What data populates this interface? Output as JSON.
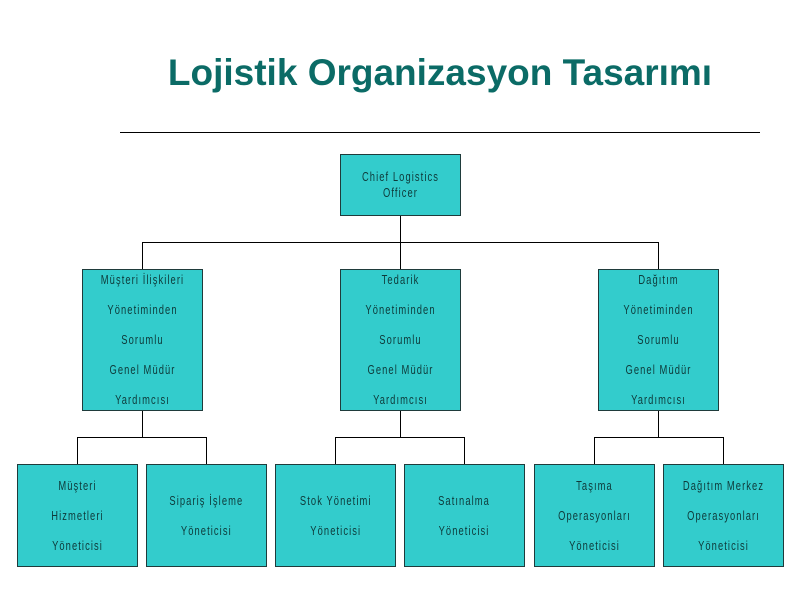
{
  "title": "Lojistik Organizasyon Tasarımı",
  "org": {
    "root": "Chief Logistics Officer",
    "level1": [
      "Müşteri İlişkileri\nYönetiminden Sorumlu\nGenel Müdür Yardımcısı",
      "Tedarik\nYönetiminden Sorumlu\nGenel Müdür Yardımcısı",
      "Dağıtım\nYönetiminden Sorumlu\nGenel Müdür Yardımcısı"
    ],
    "level2": [
      "Müşteri Hizmetleri\nYöneticisi",
      "Sipariş İşleme\nYöneticisi",
      "Stok Yönetimi\nYöneticisi",
      "Satınalma\nYöneticisi",
      "Taşıma Operasyonları\nYöneticisi",
      "Dağıtım Merkez\nOperasyonları Yöneticisi"
    ]
  }
}
